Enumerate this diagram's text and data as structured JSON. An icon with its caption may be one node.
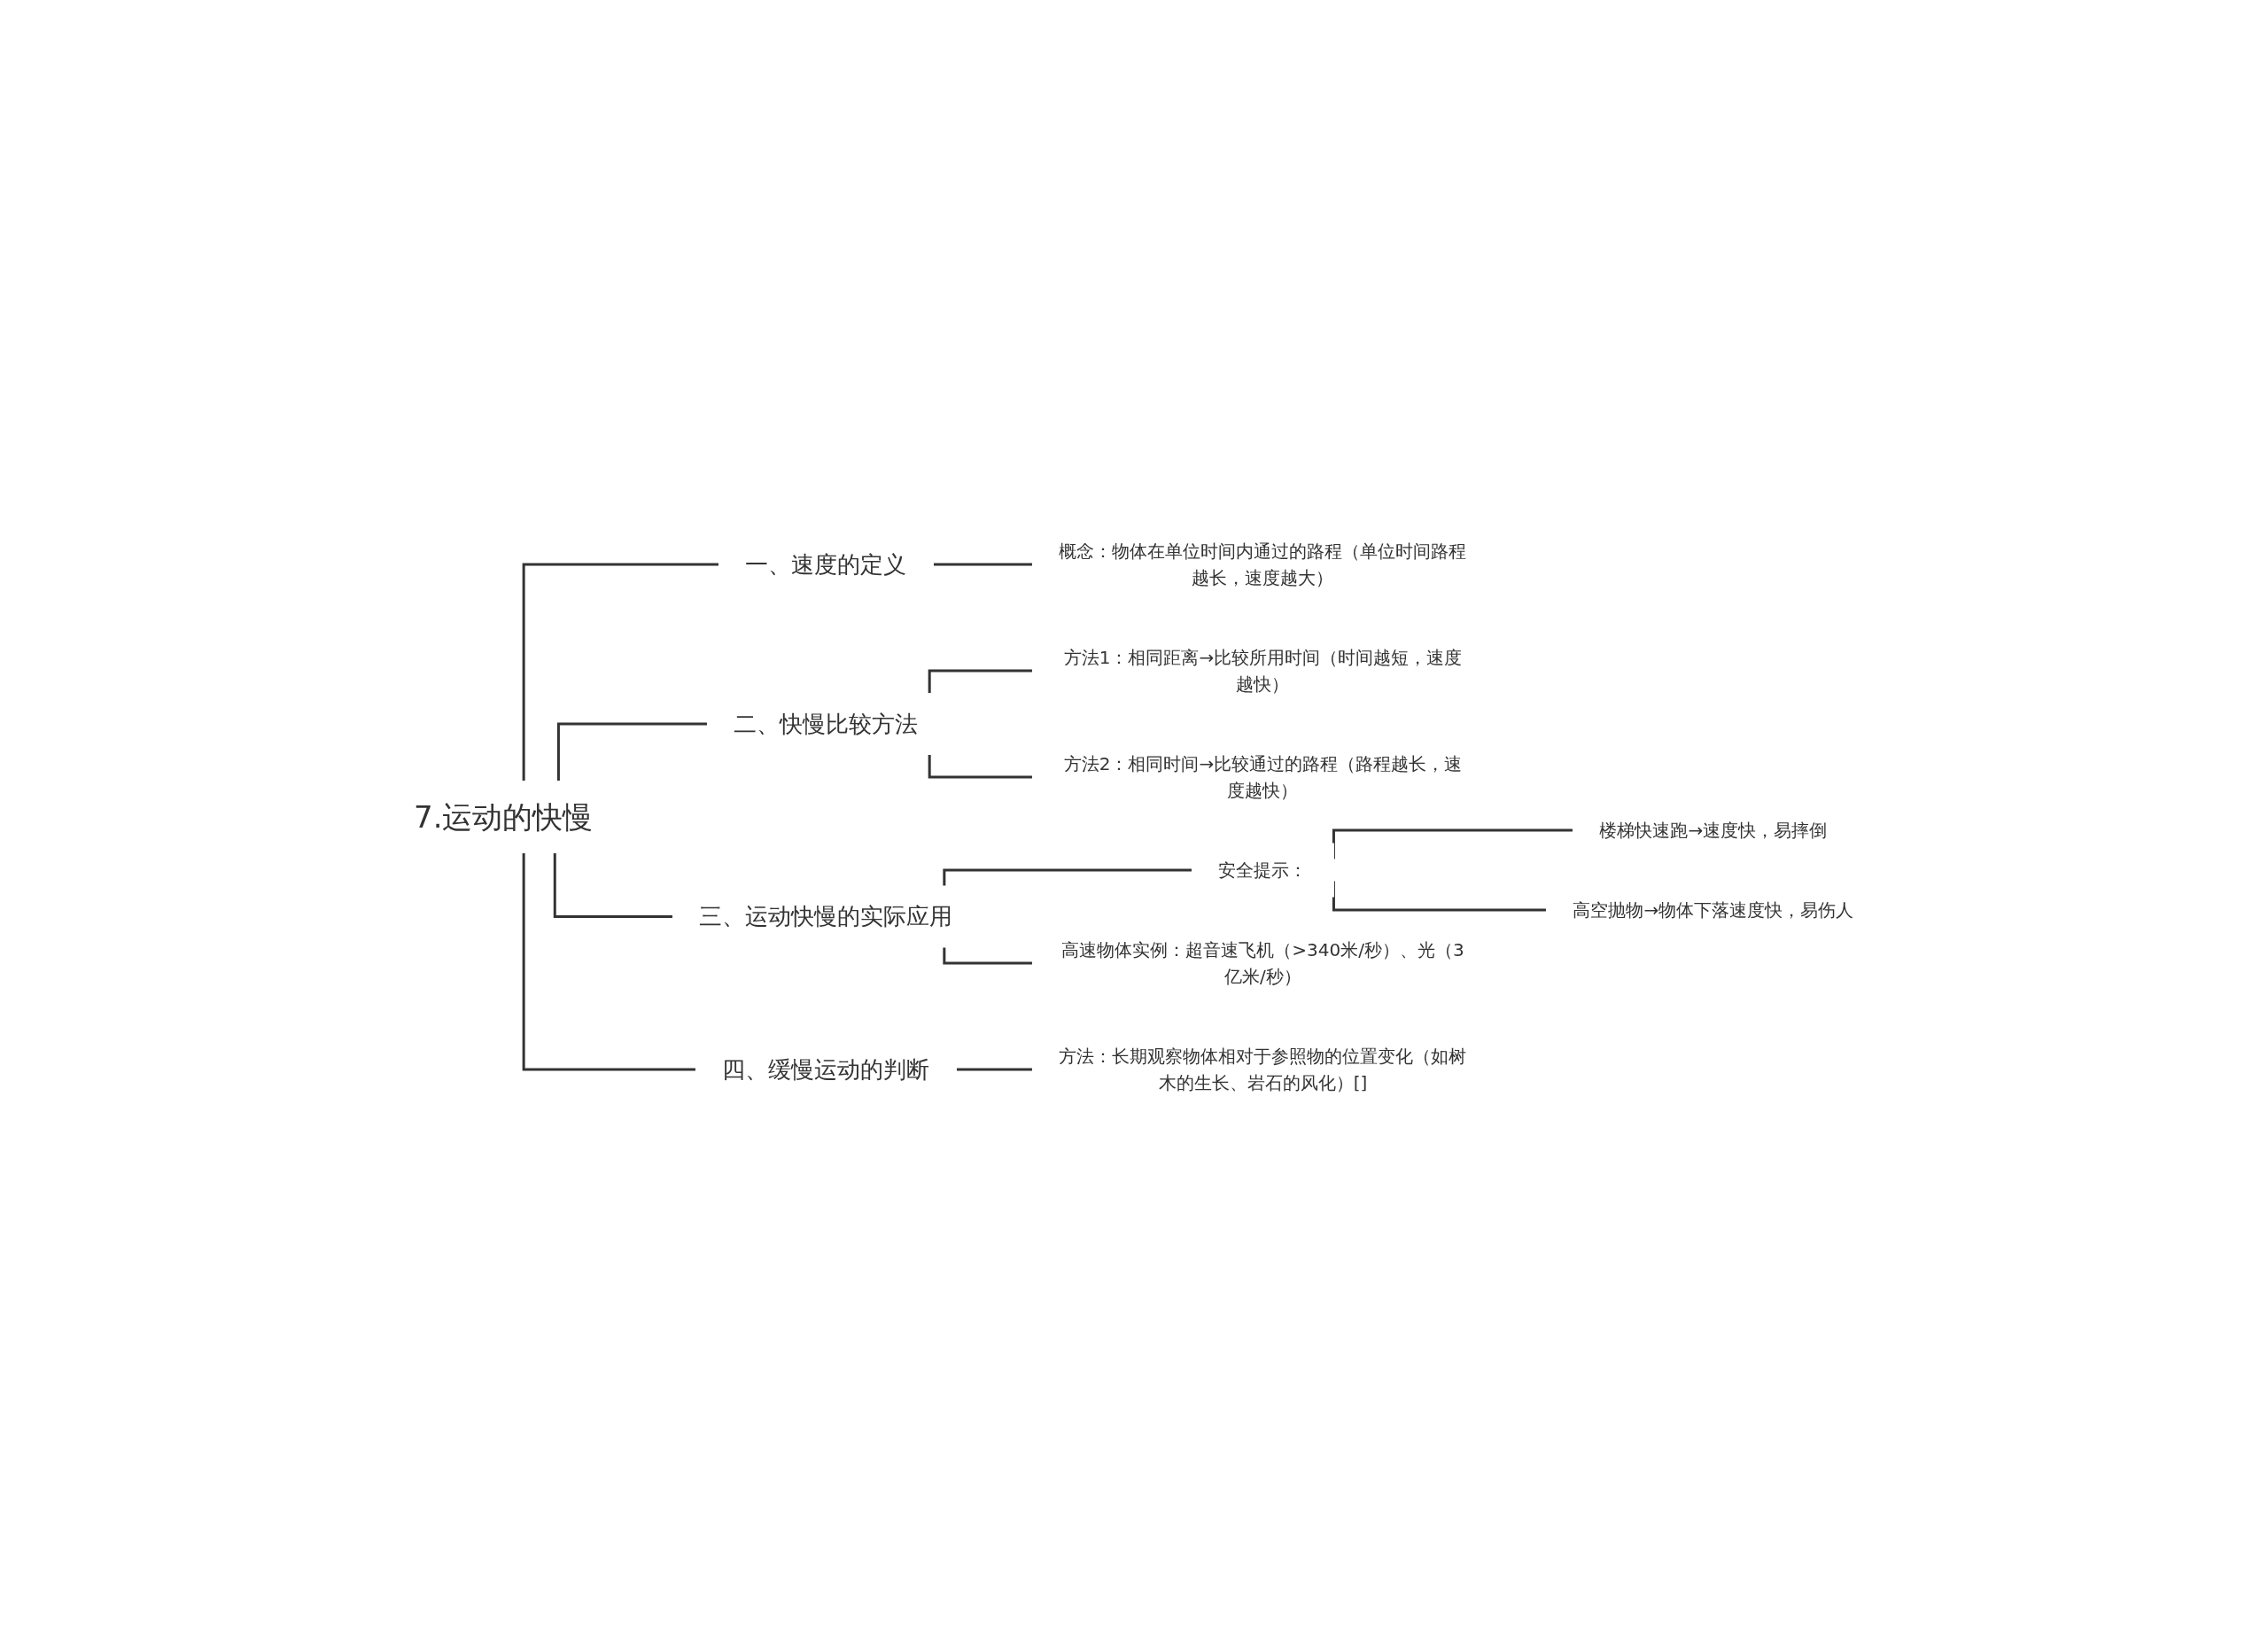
{
  "diagram": {
    "nodes": [
      {
        "text": [
          "7.运动的快慢"
        ]
      },
      {
        "text": [
          "一、速度的定义"
        ]
      },
      {
        "text": [
          "概念：物体在单位时间内通过的路程（单位时间路程越长，速度越大）"
        ]
      },
      {
        "text": [
          "二、快慢比较方法"
        ]
      },
      {
        "text": [
          "方法1：相同距离→比较所用时间（时间越短，速度越快）"
        ]
      },
      {
        "text": [
          "方法2：相同时间→比较通过的路程（路程越长，速度越快）"
        ]
      },
      {
        "text": [
          "三、运动快慢的实际应用"
        ]
      },
      {
        "text": [
          "安全提示："
        ]
      },
      {
        "text": [
          "楼梯快速跑→速度快，易摔倒"
        ]
      },
      {
        "text": [
          "高空抛物→物体下落速度快，易伤人"
        ]
      },
      {
        "text": [
          "高速物体实例：超音速飞机（>340米/秒）、光（3亿米/秒）"
        ]
      },
      {
        "text": [
          "四、缓慢运动的判断"
        ]
      },
      {
        "text": [
          "方法：长期观察物体相对于参照物的位置变化（如树木的生长、岩石的风化）[]"
        ]
      }
    ],
    "edges": [
      {
        "from": 0,
        "to": 1,
        "arrow": "none"
      },
      {
        "from": 1,
        "to": 2,
        "arrow": "none"
      },
      {
        "from": 0,
        "to": 3,
        "arrow": "none"
      },
      {
        "from": 3,
        "to": 4,
        "arrow": "none"
      },
      {
        "from": 3,
        "to": 5,
        "arrow": "none"
      },
      {
        "from": 0,
        "to": 6,
        "arrow": "none"
      },
      {
        "from": 6,
        "to": 7,
        "arrow": "none"
      },
      {
        "from": 7,
        "to": 8,
        "arrow": "none"
      },
      {
        "from": 7,
        "to": 9,
        "arrow": "none"
      },
      {
        "from": 6,
        "to": 10,
        "arrow": "none"
      },
      {
        "from": 0,
        "to": 11,
        "arrow": "none"
      },
      {
        "from": 11,
        "to": 12,
        "arrow": "none"
      }
    ]
  }
}
